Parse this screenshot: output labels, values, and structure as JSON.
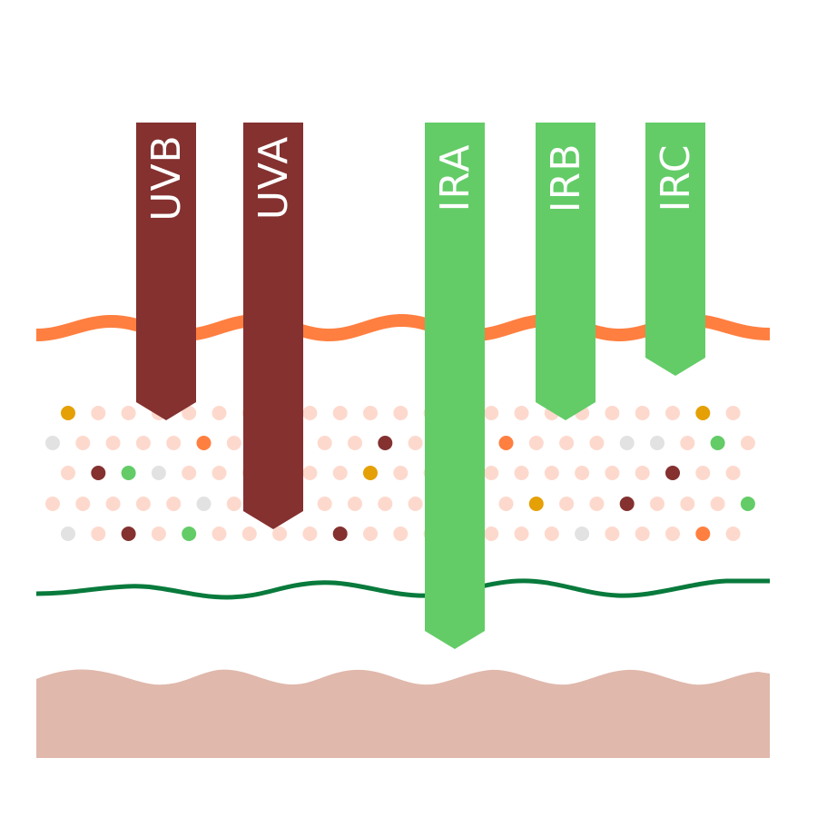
{
  "colors": {
    "background": "#ffffff",
    "surface_line": "#ff7f40",
    "lower_boundary_line": "#087a3c",
    "deep_layer": "#e0b8ac",
    "uv_ray": "#843130",
    "ir_ray": "#63cc67",
    "dot_default": "#fdd9cd",
    "dot_palette": {
      "yellow": "#e5a005",
      "maroon": "#843130",
      "green": "#63cc67",
      "gray": "#e2e2e2",
      "orange": "#ff7f40"
    }
  },
  "rays": [
    {
      "id": "uvb",
      "label": "UVB",
      "group": "uv",
      "penetration": "dot-layer-top"
    },
    {
      "id": "uva",
      "label": "UVA",
      "group": "uv",
      "penetration": "dot-layer-lower"
    },
    {
      "id": "ira",
      "label": "IRA",
      "group": "ir",
      "penetration": "below-boundary-line"
    },
    {
      "id": "irb",
      "label": "IRB",
      "group": "ir",
      "penetration": "dot-layer-top"
    },
    {
      "id": "irc",
      "label": "IRC",
      "group": "ir",
      "penetration": "surface"
    }
  ]
}
